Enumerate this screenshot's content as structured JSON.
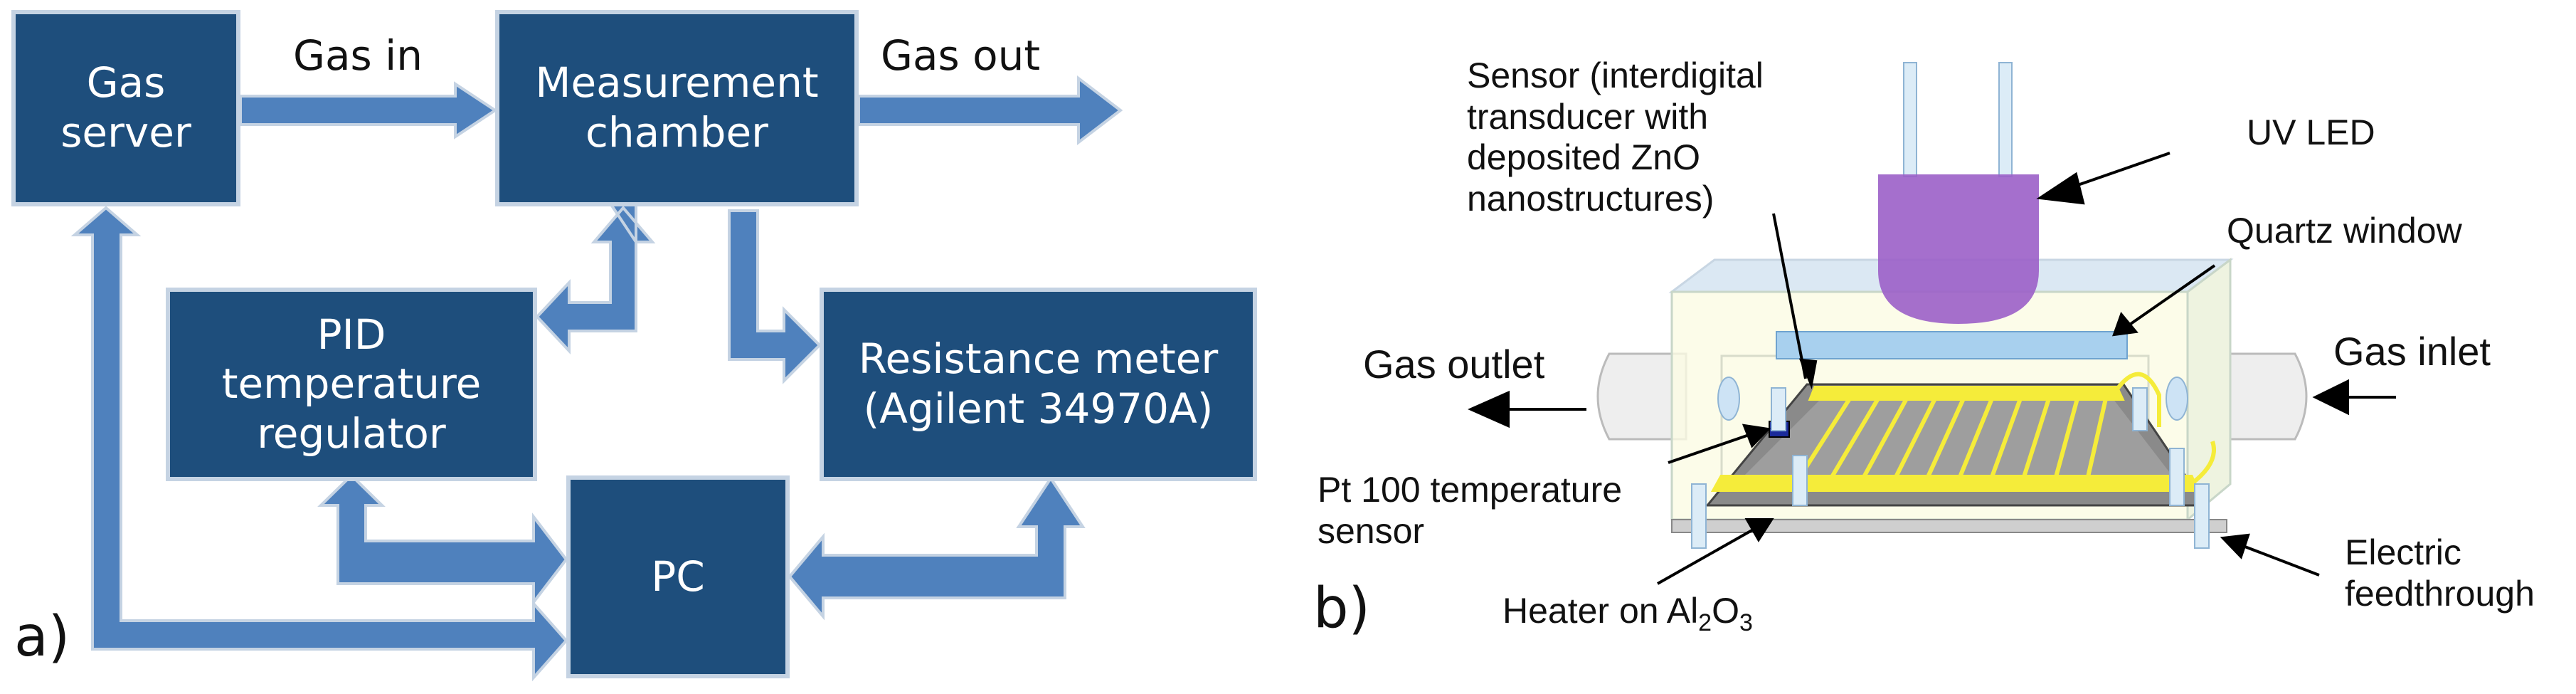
{
  "panel_a": {
    "label": "a)",
    "blocks": {
      "gas_server": "Gas\nserver",
      "measurement_chamber": "Measurement\nchamber",
      "pid_regulator": "PID\ntemperature\nregulator",
      "resistance_meter": "Resistance meter\n(Agilent 34970A)",
      "pc": "PC"
    },
    "flow_labels": {
      "gas_in": "Gas in",
      "gas_out": "Gas out"
    }
  },
  "panel_b": {
    "label": "b)",
    "labels": {
      "sensor": "Sensor (interdigital\ntransducer with\ndeposited ZnO\nnanostructures)",
      "uv_led": "UV LED",
      "quartz_window": "Quartz window",
      "gas_outlet": "Gas outlet",
      "gas_inlet": "Gas inlet",
      "pt100": "Pt 100 temperature\nsensor",
      "electric_feedthrough": "Electric\nfeedthrough",
      "heater_prefix": "Heater on Al",
      "heater_sub1": "2",
      "heater_mid": "O",
      "heater_sub2": "3"
    }
  },
  "colors": {
    "block_fill": "#1e4e7c",
    "arrow_fill": "#4f81bd",
    "led": "#9b5fc8",
    "electrode": "#f5ec3a"
  }
}
